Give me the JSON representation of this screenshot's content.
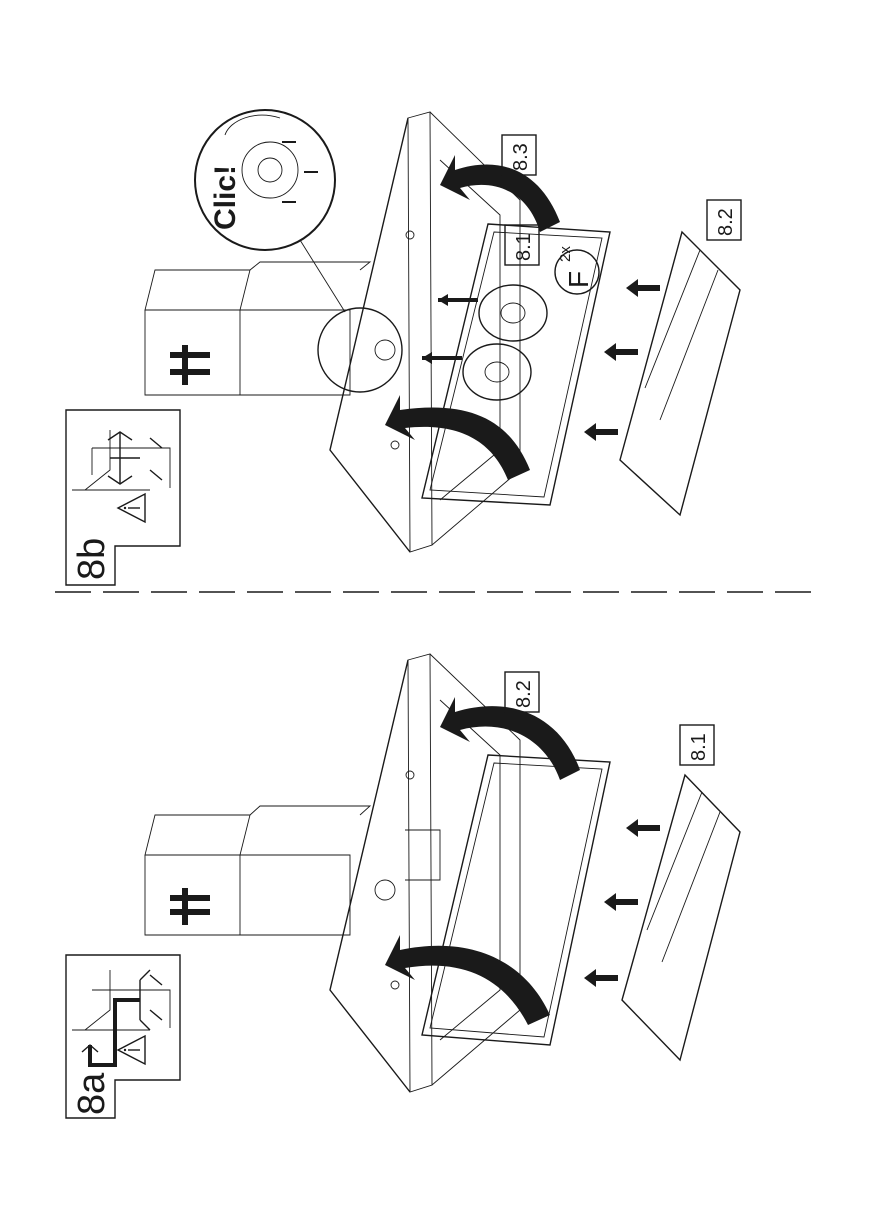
{
  "figure_8b": {
    "panel_label": "8b",
    "labels": {
      "fan_modules": "8.1",
      "grease_filter": "8.2",
      "cover_panel": "8.3"
    },
    "fastener": {
      "letter": "F",
      "count": "2x"
    },
    "callout_text": "Clic!"
  },
  "figure_8a": {
    "panel_label": "8a",
    "labels": {
      "grease_filter": "8.1",
      "cover_panel": "8.2"
    }
  },
  "colors": {
    "ink": "#1a1a1a",
    "background": "#ffffff",
    "filter_mesh": "#8a8a8a"
  }
}
